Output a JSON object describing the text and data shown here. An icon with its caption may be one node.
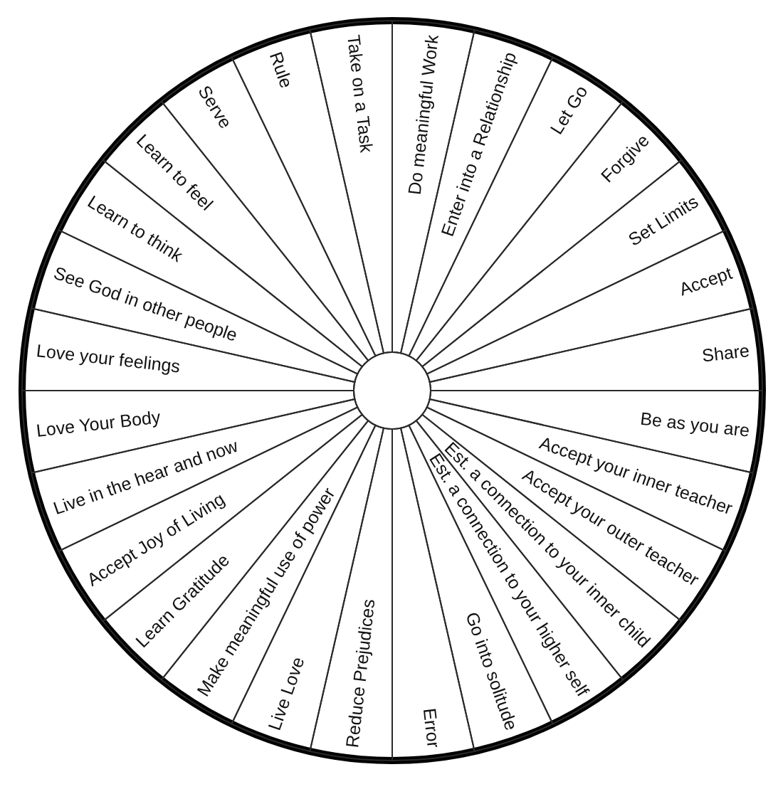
{
  "diagram": {
    "nodes": [
      {
        "text": [
          "Do meaningful Work"
        ]
      },
      {
        "text": [
          "Enter into a Relationship"
        ]
      },
      {
        "text": [
          "Let Go"
        ]
      },
      {
        "text": [
          "Forgive"
        ]
      },
      {
        "text": [
          "Set Limits"
        ]
      },
      {
        "text": [
          "Accept"
        ]
      },
      {
        "text": [
          "Share"
        ]
      },
      {
        "text": [
          "Be as you are"
        ]
      },
      {
        "text": [
          "Accept your inner teacher"
        ]
      },
      {
        "text": [
          "Accept your outer teacher"
        ]
      },
      {
        "text": [
          "Est. a connection to your inner child"
        ]
      },
      {
        "text": [
          "Est. a connection to your higher self"
        ]
      },
      {
        "text": [
          "Go into solitude"
        ]
      },
      {
        "text": [
          "Error"
        ]
      },
      {
        "text": [
          "Reduce Prejudices"
        ]
      },
      {
        "text": [
          "Live Love"
        ]
      },
      {
        "text": [
          "Make meaningful use of power"
        ]
      },
      {
        "text": [
          "Learn Gratitude"
        ]
      },
      {
        "text": [
          "Accept Joy of Living"
        ]
      },
      {
        "text": [
          "Live in the hear and now"
        ]
      },
      {
        "text": [
          "Love Your Body"
        ]
      },
      {
        "text": [
          "Love your feelings"
        ]
      },
      {
        "text": [
          "See God in other people"
        ]
      },
      {
        "text": [
          "Learn to think"
        ]
      },
      {
        "text": [
          "Learn to feel"
        ]
      },
      {
        "text": [
          "Serve"
        ]
      },
      {
        "text": [
          "Rule"
        ]
      },
      {
        "text": [
          "Take on a Task"
        ]
      }
    ]
  }
}
